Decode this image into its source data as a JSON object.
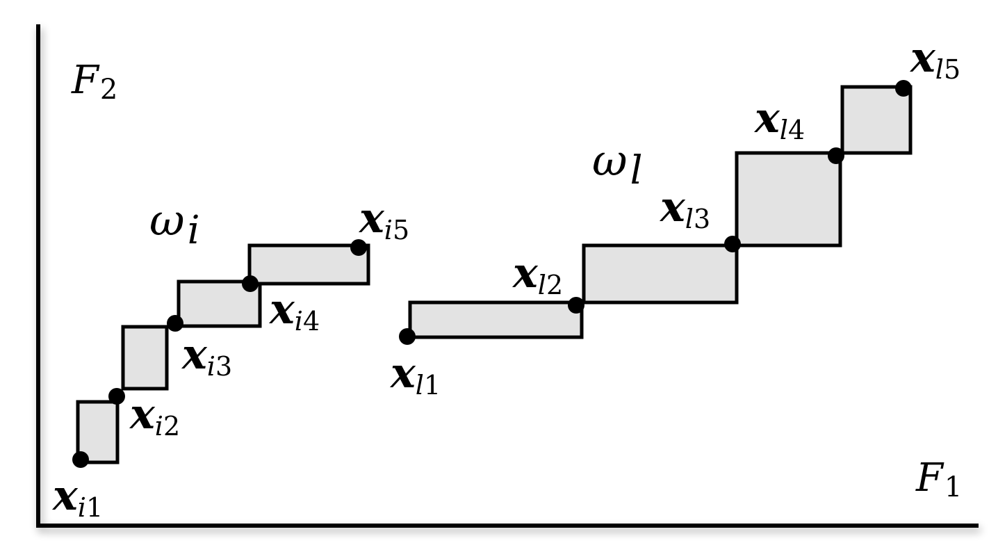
{
  "axes": {
    "x_label": "F",
    "x_label_sub": "1",
    "y_label": "F",
    "y_label_sub": "2"
  },
  "groups": [
    {
      "name": "ω",
      "name_sub": "i",
      "points": [
        {
          "var": "x",
          "sub": "i",
          "idx": "1"
        },
        {
          "var": "x",
          "sub": "i",
          "idx": "2"
        },
        {
          "var": "x",
          "sub": "i",
          "idx": "3"
        },
        {
          "var": "x",
          "sub": "i",
          "idx": "4"
        },
        {
          "var": "x",
          "sub": "i",
          "idx": "5"
        }
      ]
    },
    {
      "name": "ω",
      "name_sub": "l",
      "points": [
        {
          "var": "x",
          "sub": "l",
          "idx": "1"
        },
        {
          "var": "x",
          "sub": "l",
          "idx": "2"
        },
        {
          "var": "x",
          "sub": "l",
          "idx": "3"
        },
        {
          "var": "x",
          "sub": "l",
          "idx": "4"
        },
        {
          "var": "x",
          "sub": "l",
          "idx": "5"
        }
      ]
    }
  ],
  "colors": {
    "box_fill": "#e3e3e3",
    "stroke": "#000000"
  }
}
